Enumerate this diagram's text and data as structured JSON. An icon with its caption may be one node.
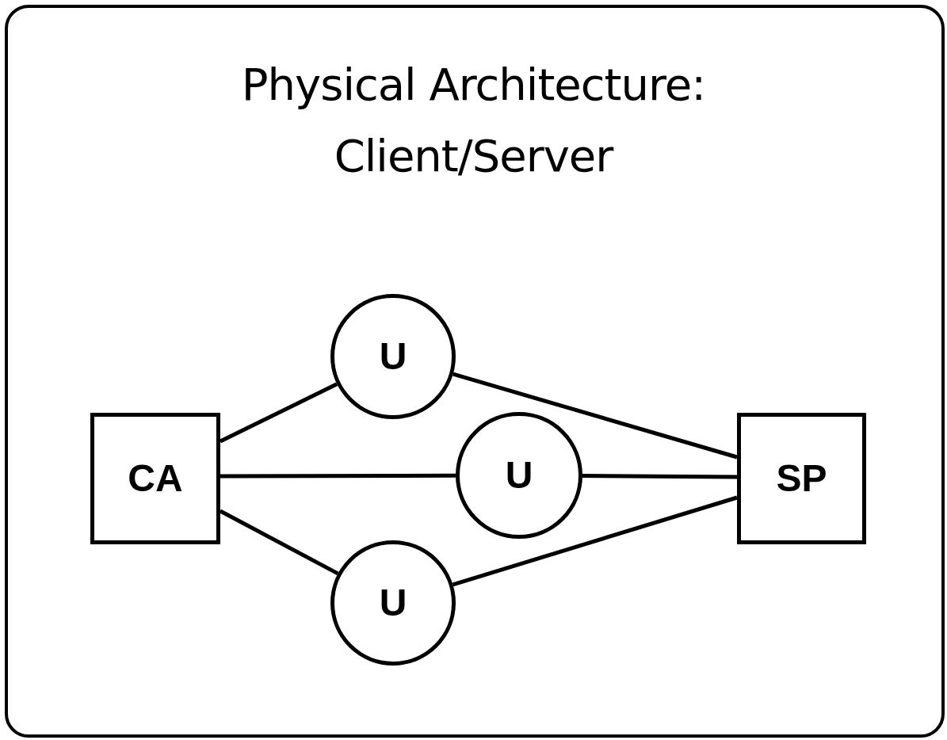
{
  "diagram": {
    "title": "Physical Architecture: Client/Server",
    "nodes": [
      {
        "text": [
          "CA"
        ]
      },
      {
        "text": [
          "U"
        ]
      },
      {
        "text": [
          "U"
        ]
      },
      {
        "text": [
          "U"
        ]
      },
      {
        "text": [
          "SP"
        ]
      }
    ],
    "edges": [
      {
        "from": 0,
        "to": 1,
        "arrow": "none"
      },
      {
        "from": 1,
        "to": 4,
        "arrow": "none"
      },
      {
        "from": 0,
        "to": 2,
        "arrow": "none"
      },
      {
        "from": 2,
        "to": 4,
        "arrow": "none"
      },
      {
        "from": 0,
        "to": 3,
        "arrow": "none"
      },
      {
        "from": 3,
        "to": 4,
        "arrow": "none"
      }
    ]
  }
}
